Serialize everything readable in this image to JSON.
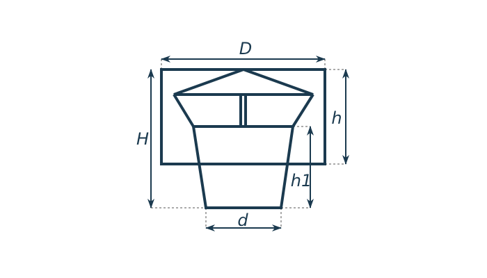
{
  "diagram": {
    "colors": {
      "stroke": "#1b3a4f",
      "guide": "#555555",
      "background": "#ffffff"
    },
    "labels": {
      "outer_diameter": "D",
      "inner_diameter": "d",
      "total_height": "H",
      "cap_height": "h",
      "pipe_height": "h1"
    }
  }
}
